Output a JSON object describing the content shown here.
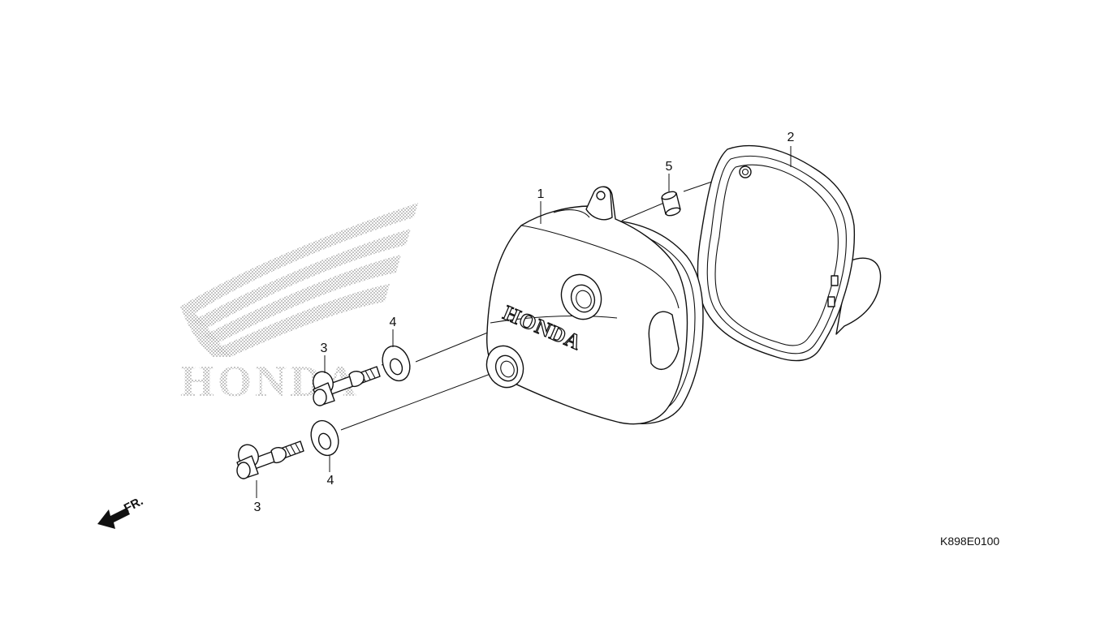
{
  "diagram": {
    "callouts": {
      "c1": "1",
      "c2": "2",
      "c3a": "3",
      "c3b": "3",
      "c4a": "4",
      "c4b": "4",
      "c5": "5"
    },
    "cover_emboss": "HONDA",
    "watermark_text": "HONDA",
    "front_label": "FR.",
    "diagram_code": "K898E0100"
  },
  "colors": {
    "line": "#111111",
    "watermark": "#9a9a9a",
    "background": "#ffffff"
  }
}
